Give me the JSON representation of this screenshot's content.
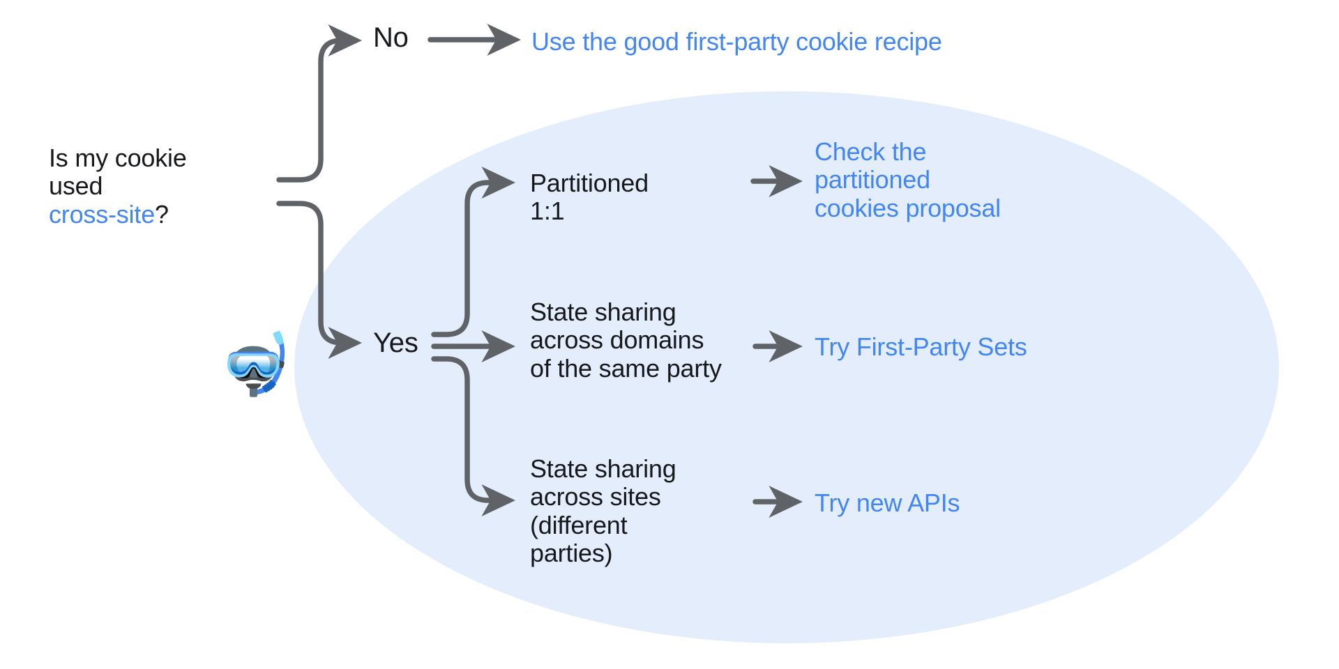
{
  "diagram": {
    "title_question": {
      "line1": "Is my cookie",
      "line2": "used",
      "highlight": "cross-site",
      "suffix": "?"
    },
    "decorations": {
      "ellipse_fill": "#e4edfc",
      "emoji": "🤿",
      "emoji_name": "diving-mask",
      "arrow_color": "#5f6368",
      "link_color": "#4285f4",
      "text_color": "#16181c"
    },
    "branches": [
      {
        "answer": "No",
        "outcome": "Use the good first-party cookie recipe"
      },
      {
        "answer": "Yes",
        "children": [
          {
            "label": "Partitioned\n1:1",
            "outcome": "Check the\npartitioned\ncookies proposal"
          },
          {
            "label": "State sharing\nacross domains\nof the same party",
            "outcome": "Try First-Party Sets"
          },
          {
            "label": "State sharing\nacross sites\n(different\nparties)",
            "outcome": "Try new APIs"
          }
        ]
      }
    ]
  }
}
